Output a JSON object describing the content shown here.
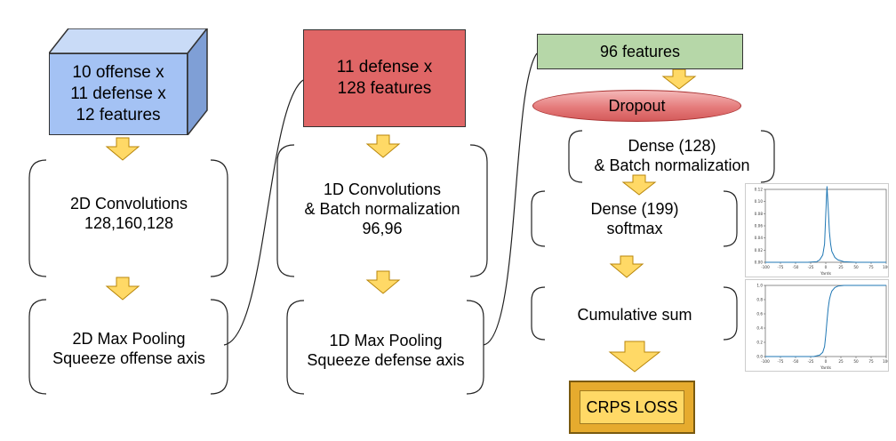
{
  "input_block": {
    "lines": [
      "10 offense x",
      "11 defense x",
      "12 features"
    ]
  },
  "column1": {
    "conv_label": "2D Convolutions\n128,160,128",
    "pool_label": "2D Max Pooling\nSqueeze offense axis"
  },
  "column2": {
    "input_label": "11 defense x\n128 features",
    "conv_label": "1D Convolutions\n& Batch normalization\n96,96",
    "pool_label": "1D Max Pooling\nSqueeze defense axis"
  },
  "column3": {
    "features_label": "96 features",
    "dropout_label": "Dropout",
    "dense128_label": "Dense (128)\n& Batch normalization",
    "dense199_label": "Dense (199)\nsoftmax",
    "cumsum_label": "Cumulative sum",
    "loss_label": "CRPS LOSS"
  },
  "colors": {
    "input_cube": "#a4c2f4",
    "defense_box": "#e06666",
    "features_box": "#b6d7a8",
    "dropout": "#e57b7b",
    "arrow": "#ffd966",
    "loss_box": "#ffd966",
    "plot_line": "#1f77b4"
  },
  "chart_data": [
    {
      "type": "line",
      "xlabel": "Yards",
      "ylabel": "",
      "xlim": [
        -100,
        100
      ],
      "ylim": [
        0,
        0.12
      ],
      "x_ticks": [
        "-100",
        "-75",
        "-50",
        "-25",
        "0",
        "25",
        "50",
        "75",
        "100"
      ],
      "y_ticks": [
        "0.00",
        "0.02",
        "0.04",
        "0.06",
        "0.08",
        "0.10",
        "0.12"
      ],
      "series": [
        {
          "x": [
            -100,
            -30,
            -15,
            -10,
            -5,
            -2,
            0,
            2,
            4,
            6,
            8,
            10,
            15,
            20,
            30,
            50,
            100
          ],
          "values": [
            0,
            0,
            0.001,
            0.004,
            0.012,
            0.03,
            0.08,
            0.125,
            0.09,
            0.05,
            0.03,
            0.018,
            0.008,
            0.004,
            0.001,
            0,
            0
          ]
        }
      ]
    },
    {
      "type": "line",
      "xlabel": "Yards",
      "ylabel": "",
      "xlim": [
        -100,
        100
      ],
      "ylim": [
        0,
        1.0
      ],
      "x_ticks": [
        "-100",
        "-75",
        "-50",
        "-25",
        "0",
        "25",
        "50",
        "75",
        "100"
      ],
      "y_ticks": [
        "0.0",
        "0.2",
        "0.4",
        "0.6",
        "0.8",
        "1.0"
      ],
      "series": [
        {
          "x": [
            -100,
            -20,
            -10,
            -5,
            -2,
            0,
            2,
            4,
            6,
            8,
            10,
            15,
            20,
            30,
            100
          ],
          "values": [
            0,
            0,
            0.02,
            0.06,
            0.14,
            0.3,
            0.5,
            0.68,
            0.8,
            0.87,
            0.92,
            0.97,
            0.99,
            1.0,
            1.0
          ]
        }
      ]
    }
  ]
}
